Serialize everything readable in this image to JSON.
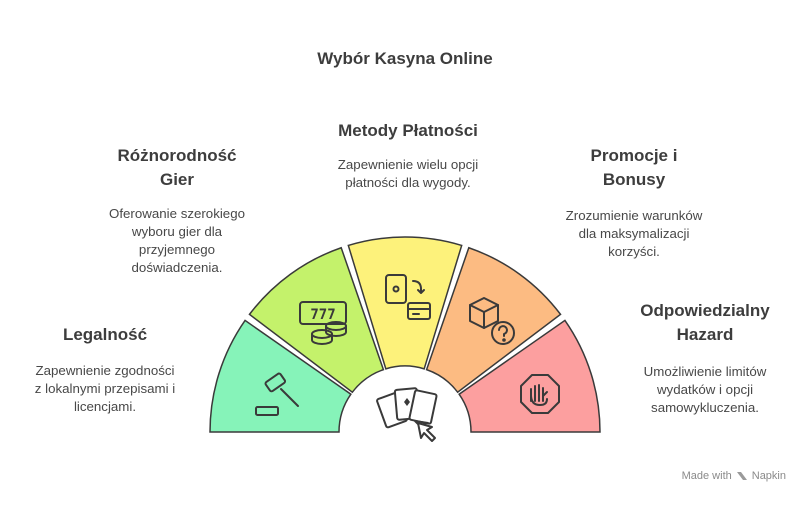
{
  "title": "Wybór Kasyna Online",
  "segments": [
    {
      "heading_lines": [
        "Legalność"
      ],
      "desc_lines": [
        "Zapewnienie zgodności",
        "z lokalnymi przepisami i",
        "licencjami."
      ],
      "color": "#86f3b9",
      "icon": "gavel-icon"
    },
    {
      "heading_lines": [
        "Różnorodność",
        "Gier"
      ],
      "desc_lines": [
        "Oferowanie szerokiego",
        "wyboru gier dla",
        "przyjemnego",
        "doświadczenia."
      ],
      "color": "#c4f26b",
      "icon": "slot-machine-coins-icon"
    },
    {
      "heading_lines": [
        "Metody Płatności"
      ],
      "desc_lines": [
        "Zapewnienie wielu opcji",
        "płatności dla wygody."
      ],
      "color": "#fdf27b",
      "icon": "wallet-card-icon"
    },
    {
      "heading_lines": [
        "Promocje i",
        "Bonusy"
      ],
      "desc_lines": [
        "Zrozumienie warunków",
        "dla maksymalizacji",
        "korzyści."
      ],
      "color": "#fcbb82",
      "icon": "box-question-icon"
    },
    {
      "heading_lines": [
        "Odpowiedzialny",
        "Hazard"
      ],
      "desc_lines": [
        "Umożliwienie limitów",
        "wydatków i opcji",
        "samowykluczenia."
      ],
      "color": "#fc9f9f",
      "icon": "stop-hand-icon"
    }
  ],
  "center_icon": "playing-cards-cursor-icon",
  "footer": {
    "made_with": "Made with",
    "brand": "Napkin"
  }
}
